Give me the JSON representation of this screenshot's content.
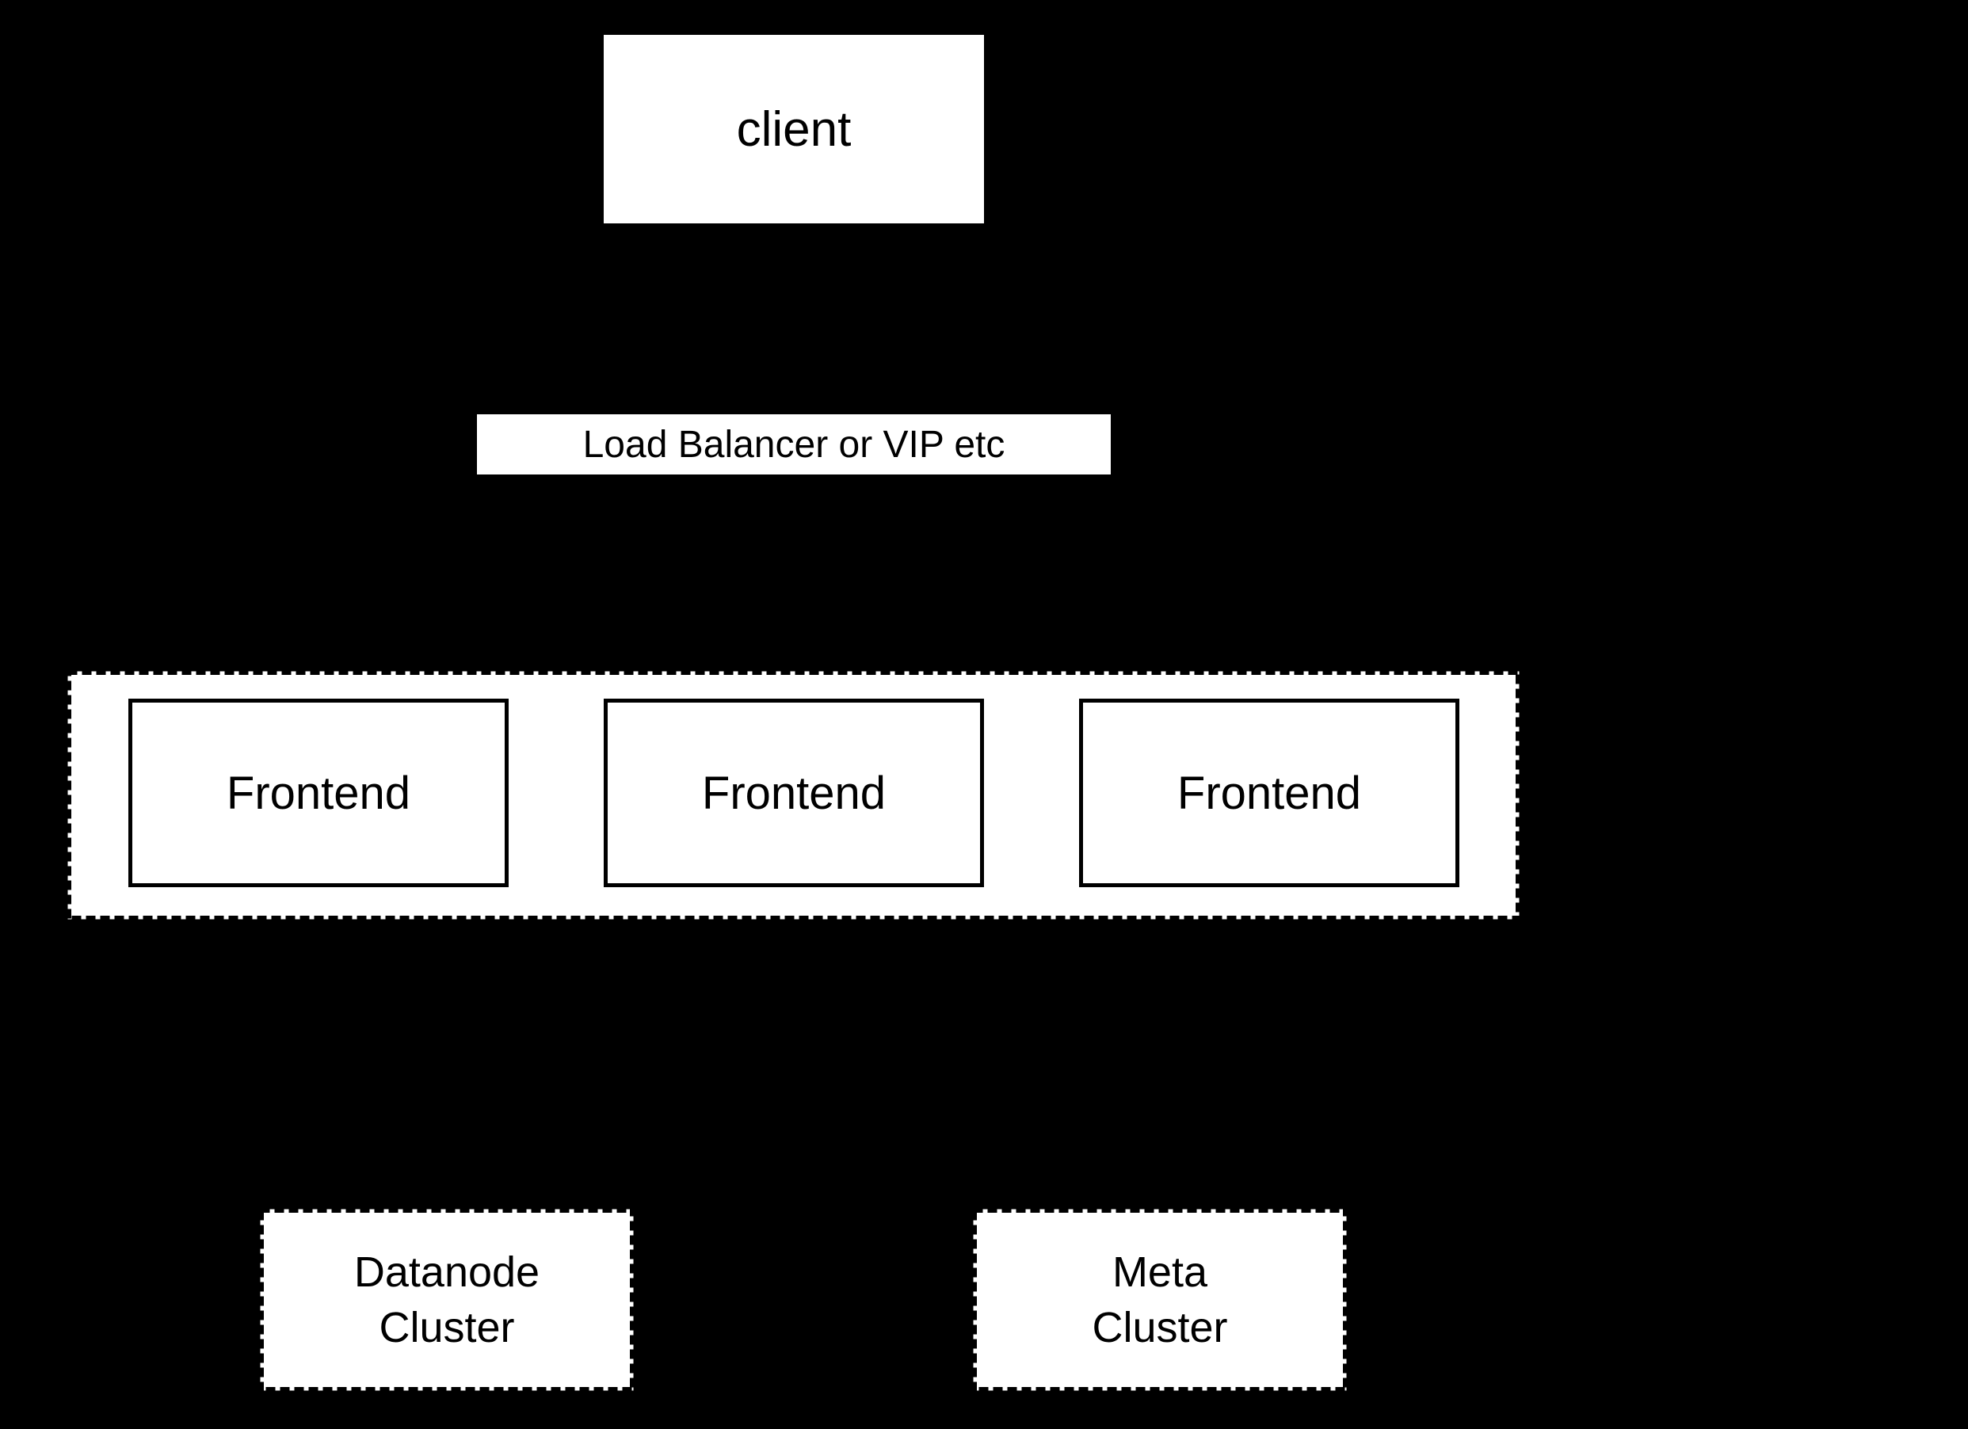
{
  "diagram": {
    "background_color": "#000000",
    "node_fill_color": "#ffffff",
    "node_border_color": "#000000",
    "text_color": "#000000",
    "nodes": {
      "client": {
        "label": "client"
      },
      "load_balancer": {
        "label": "Load Balancer or VIP etc"
      },
      "frontend_group": {
        "frontends": [
          {
            "label": "Frontend"
          },
          {
            "label": "Frontend"
          },
          {
            "label": "Frontend"
          }
        ]
      },
      "datanode_cluster": {
        "lines": [
          "Datanode",
          "Cluster"
        ]
      },
      "meta_cluster": {
        "lines": [
          "Meta",
          "Cluster"
        ]
      }
    }
  }
}
